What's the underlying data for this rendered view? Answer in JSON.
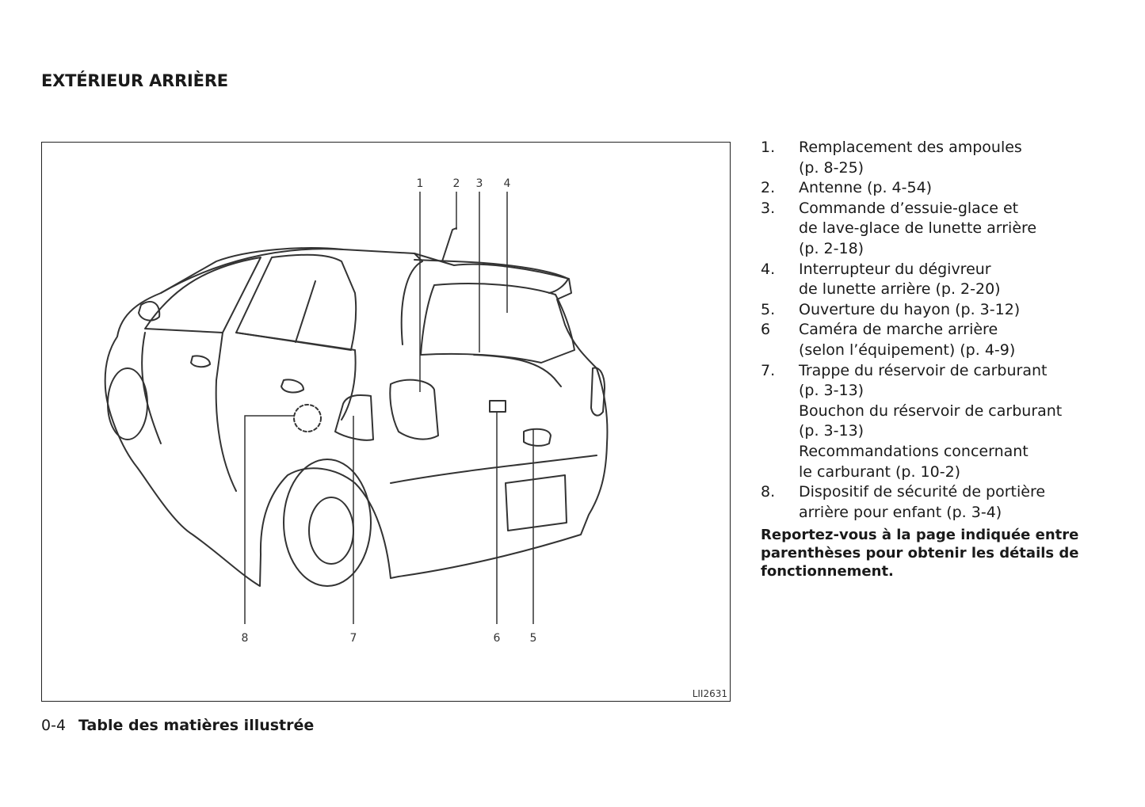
{
  "section_title": "EXTÉRIEUR ARRIÈRE",
  "figure": {
    "id": "LII2631",
    "callouts": [
      "1",
      "2",
      "3",
      "4",
      "5",
      "6",
      "7",
      "8"
    ]
  },
  "legend": [
    {
      "num": "1.",
      "lines": [
        "Remplacement des ampoules",
        "(p. 8-25)"
      ]
    },
    {
      "num": "2.",
      "lines": [
        "Antenne (p. 4-54)"
      ]
    },
    {
      "num": "3.",
      "lines": [
        "Commande d’essuie-glace et",
        "de lave-glace de lunette arrière",
        "(p. 2-18)"
      ]
    },
    {
      "num": "4.",
      "lines": [
        "Interrupteur du dégivreur",
        "de lunette arrière (p. 2-20)"
      ]
    },
    {
      "num": "5.",
      "lines": [
        "Ouverture du hayon (p. 3-12)"
      ]
    },
    {
      "num": "6",
      "lines": [
        "Caméra de marche arrière",
        "(selon l’équipement) (p. 4-9)"
      ]
    },
    {
      "num": "7.",
      "lines": [
        "Trappe du réservoir de carburant",
        "(p. 3-13)",
        "Bouchon du réservoir de carburant",
        "(p. 3-13)",
        "Recommandations concernant",
        "le carburant (p. 10-2)"
      ]
    },
    {
      "num": "8.",
      "lines": [
        "Dispositif de sécurité de portière",
        "arrière pour enfant (p. 3-4)"
      ]
    }
  ],
  "note": [
    "Reportez-vous à la page indiquée entre",
    "parenthèses pour obtenir les détails de",
    "fonctionnement."
  ],
  "footer": {
    "page_number": "0-4",
    "title": "Table des matières illustrée"
  }
}
